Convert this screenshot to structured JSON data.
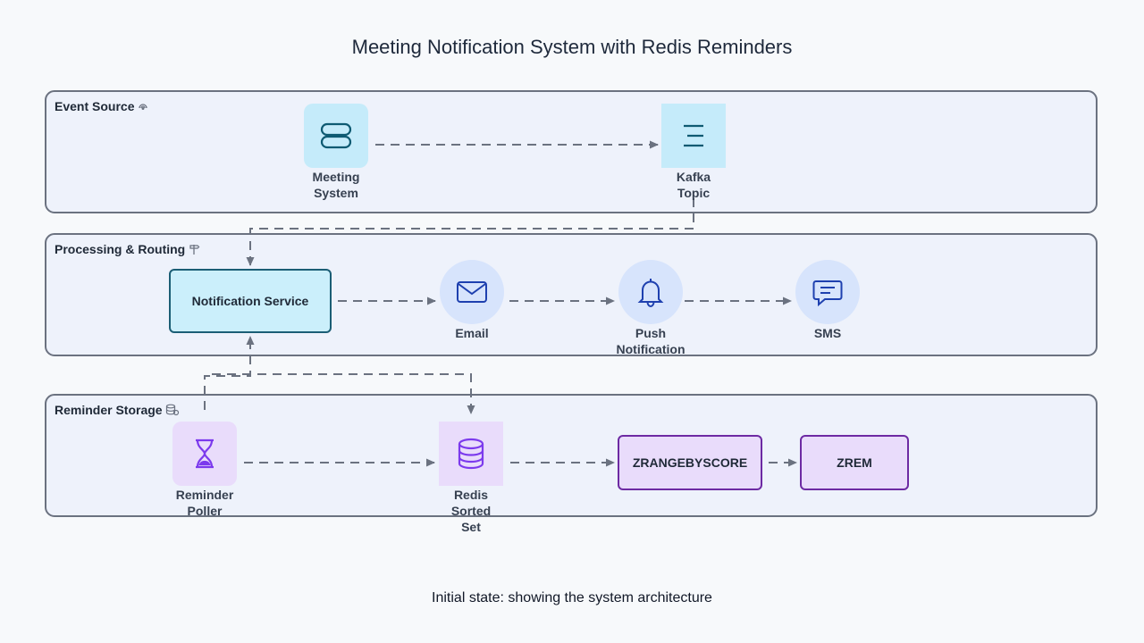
{
  "title": "Meeting Notification System with Redis Reminders",
  "caption": "Initial state: showing the system architecture",
  "lanes": {
    "event_source": "Event Source",
    "processing": "Processing & Routing",
    "reminder_storage": "Reminder Storage"
  },
  "nodes": {
    "meeting_system": {
      "line1": "Meeting",
      "line2": "System",
      "icon": "server-stack-icon"
    },
    "kafka_topic": {
      "line1": "Kafka",
      "line2": "Topic",
      "icon": "queue-list-icon"
    },
    "notification_service": {
      "label": "Notification Service"
    },
    "email": {
      "label": "Email",
      "icon": "envelope-icon"
    },
    "push": {
      "line1": "Push",
      "line2": "Notification",
      "icon": "bell-icon"
    },
    "sms": {
      "label": "SMS",
      "icon": "chat-bubble-icon"
    },
    "reminder_poller": {
      "line1": "Reminder",
      "line2": "Poller",
      "icon": "hourglass-icon"
    },
    "redis_sorted_set": {
      "line1": "Redis",
      "line2": "Sorted",
      "line3": "Set",
      "icon": "database-icon"
    },
    "zrangebyscore": {
      "label": "ZRANGEBYSCORE"
    },
    "zrem": {
      "label": "ZREM"
    }
  },
  "colors": {
    "edge": "#6b7280",
    "lane_fill": "#eef2fb",
    "teal_fill": "#cbeffb",
    "violet_fill": "#e9dcfb"
  }
}
